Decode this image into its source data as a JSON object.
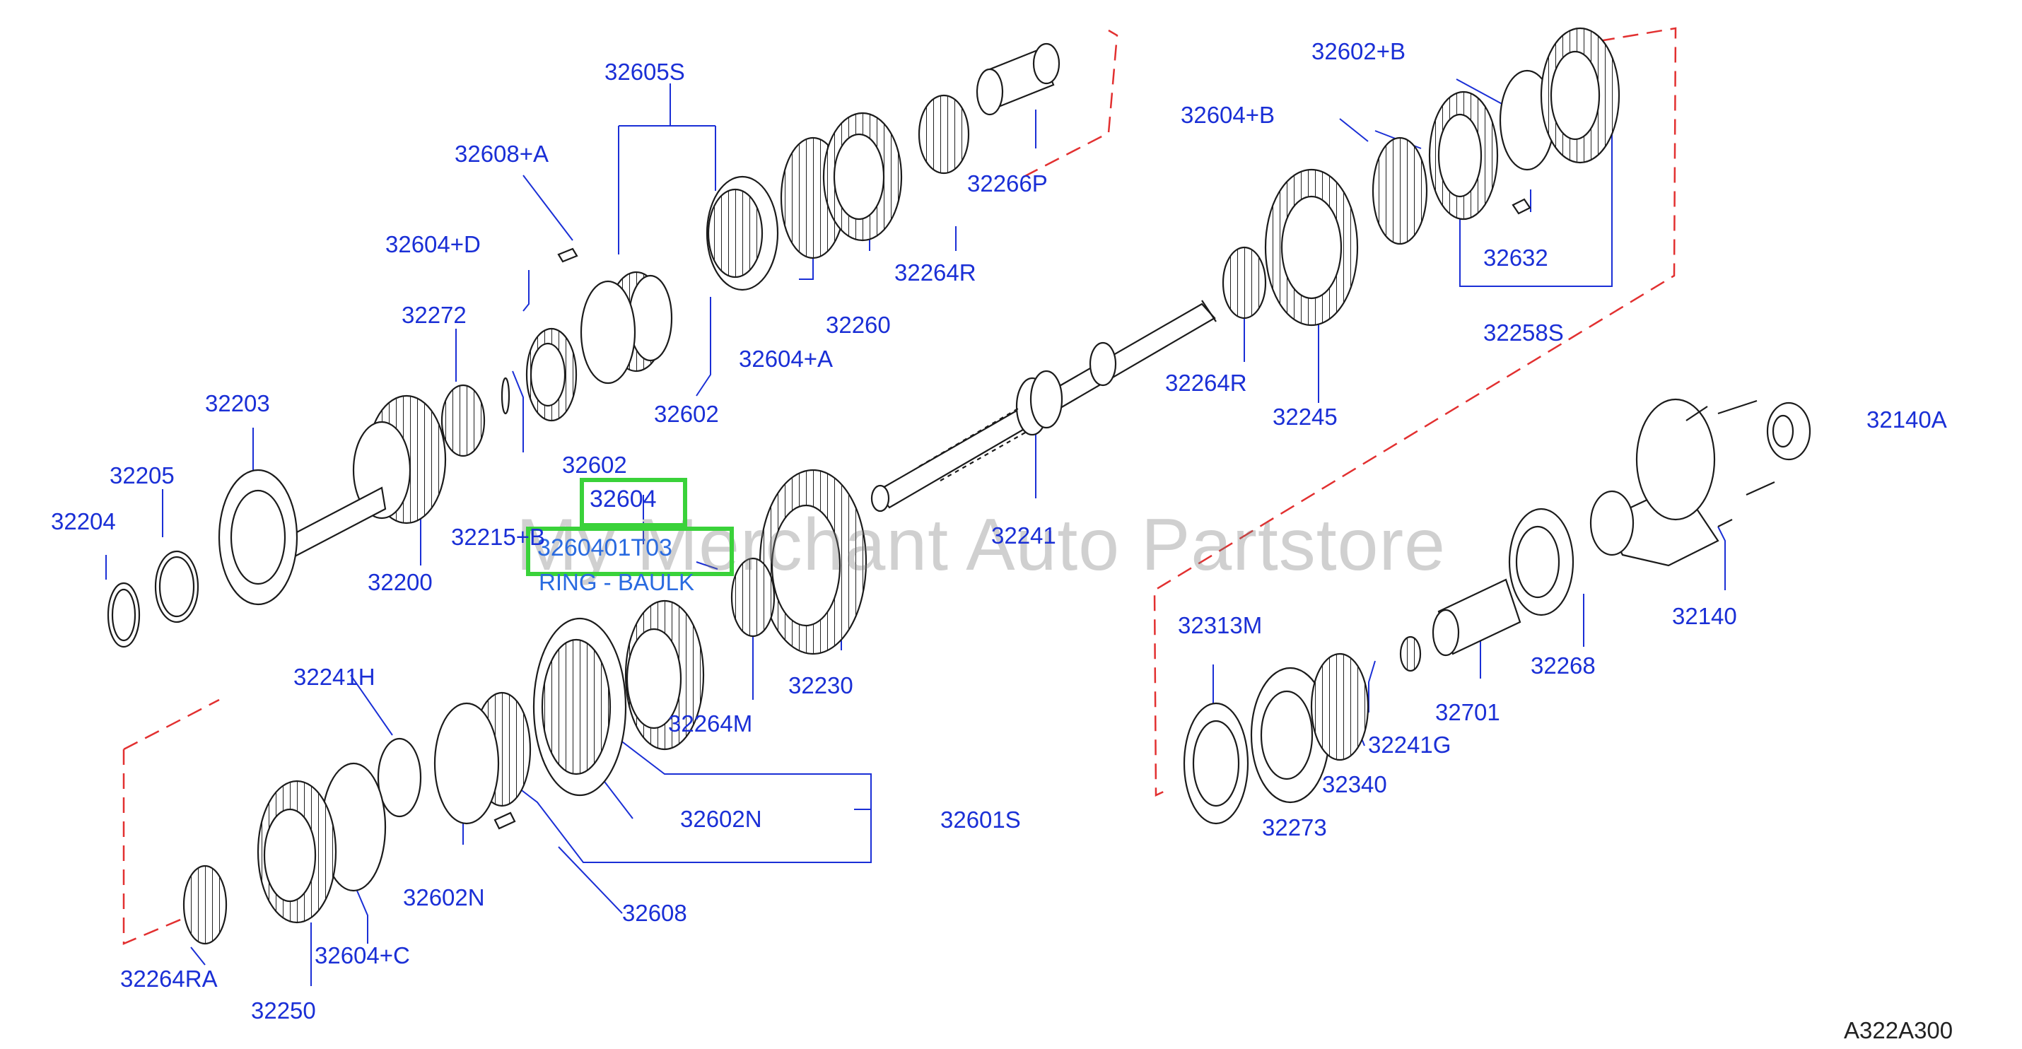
{
  "watermark": "My Merchant Auto Partstore",
  "diagram_code": "A322A300",
  "highlight": {
    "part_number": "32604",
    "oem_number": "3260401T03",
    "description": "RING - BAULK"
  },
  "labels": {
    "p32605S": "32605S",
    "p32608A": "32608+A",
    "p32604D": "32604+D",
    "p32272": "32272",
    "p32203": "32203",
    "p32205": "32205",
    "p32204": "32204",
    "p32200": "32200",
    "p32215B": "32215+B",
    "p32602a": "32602",
    "p32602b": "32602",
    "p32604A": "32604+A",
    "p32260": "32260",
    "p32264R_top": "32264R",
    "p32266P": "32266P",
    "p32602B": "32602+B",
    "p32604B": "32604+B",
    "p32632": "32632",
    "p32258S": "32258S",
    "p32264R_mid": "32264R",
    "p32245": "32245",
    "p32241": "32241",
    "p32230": "32230",
    "p32264M": "32264M",
    "p32241H": "32241H",
    "p32602N_a": "32602N",
    "p32601S": "32601S",
    "p32602N_b": "32602N",
    "p32608": "32608",
    "p32604C": "32604+C",
    "p32264RA": "32264RA",
    "p32250": "32250",
    "p32140A": "32140A",
    "p32140": "32140",
    "p32268": "32268",
    "p32701": "32701",
    "p32313M": "32313M",
    "p32241G": "32241G",
    "p32340": "32340",
    "p32273": "32273"
  }
}
